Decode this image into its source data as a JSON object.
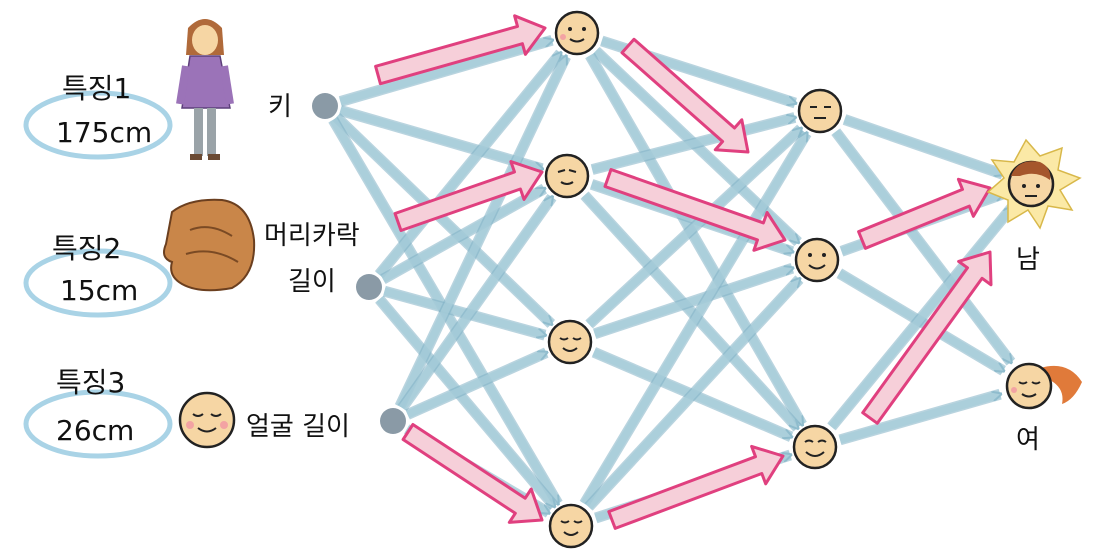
{
  "features": [
    {
      "title": "특징1",
      "value": "175cm",
      "input_label": "키"
    },
    {
      "title": "특징2",
      "value": "15cm",
      "input_label_line1": "머리카락",
      "input_label_line2": "길이"
    },
    {
      "title": "특징3",
      "value": "26cm",
      "input_label": "얼굴 길이"
    }
  ],
  "outputs": {
    "male": "남",
    "female": "여"
  },
  "colors": {
    "blue_arrow": "#a8cdd9",
    "blue_outline": "#7fb0c4",
    "pink_arrow": "#f6cfd9",
    "pink_outline": "#e0407f",
    "input_node": "#8a9aa6",
    "face": "#f6d6a4",
    "ellipse": "#a9d3e6",
    "star": "#fbe9a6"
  },
  "icons": [
    "person-icon",
    "hair-icon",
    "face-icon",
    "neuron-face-icon",
    "male-face-icon",
    "female-face-icon"
  ]
}
